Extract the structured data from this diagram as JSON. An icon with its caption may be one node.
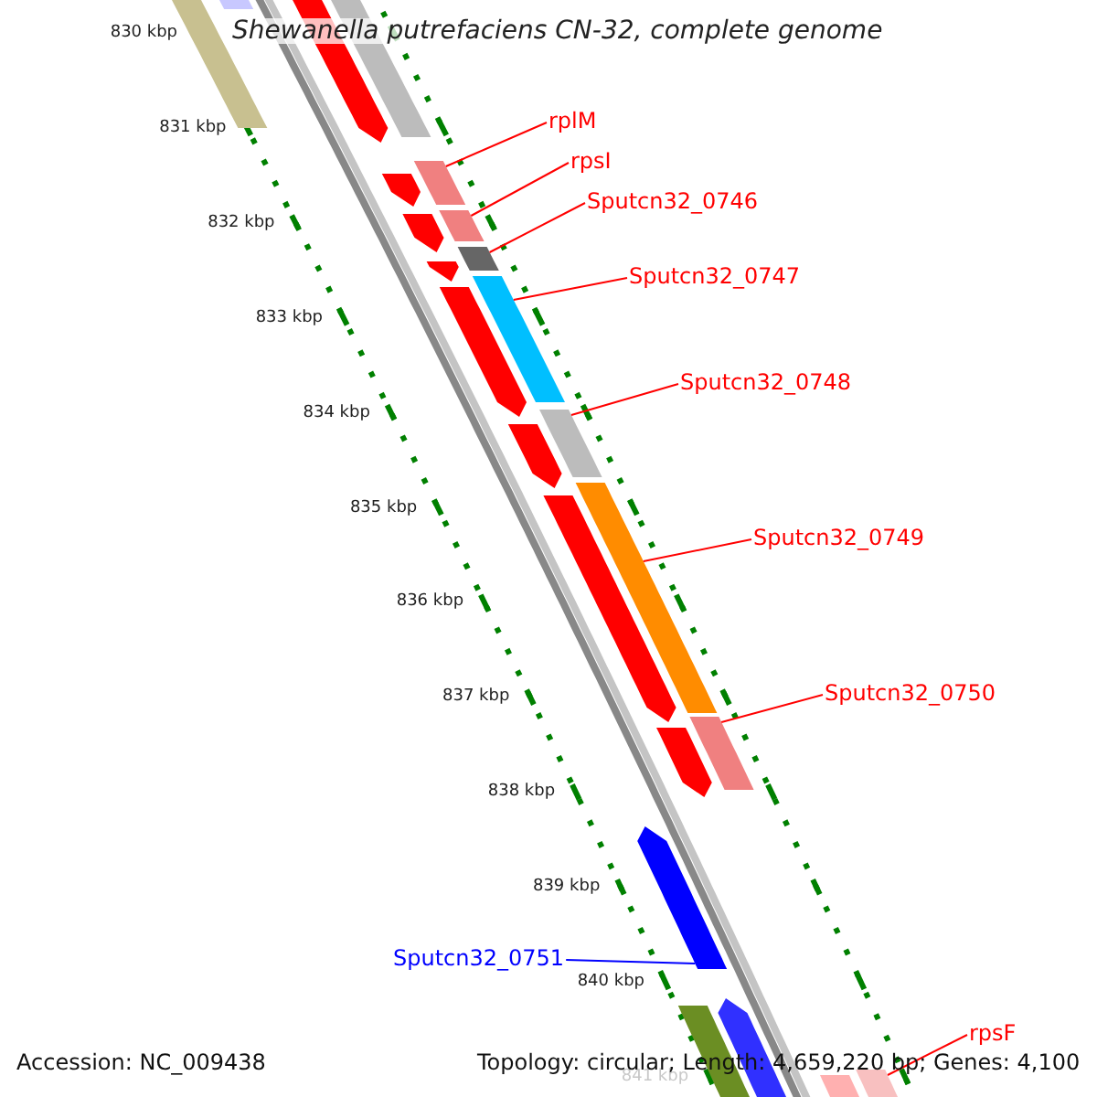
{
  "diagram": {
    "title": "Shewanella putrefaciens CN-32, complete genome",
    "nodes": [
      {
        "text": [
          "rplM"
        ]
      },
      {
        "text": [
          "rpsI"
        ]
      },
      {
        "text": [
          "Sputcn32_0746"
        ]
      },
      {
        "text": [
          "Sputcn32_0747"
        ]
      },
      {
        "text": [
          "Sputcn32_0748"
        ]
      },
      {
        "text": [
          "Sputcn32_0749"
        ]
      },
      {
        "text": [
          "Sputcn32_0750"
        ]
      },
      {
        "text": [
          "Sputcn32_0751"
        ]
      },
      {
        "text": [
          "rpsF"
        ]
      },
      {
        "text": [],
        "shape": "bar"
      },
      {
        "text": [],
        "shape": "bar"
      },
      {
        "text": [],
        "shape": "bar"
      },
      {
        "text": [],
        "shape": "bar"
      },
      {
        "text": [],
        "shape": "bar"
      },
      {
        "text": [],
        "shape": "bar"
      },
      {
        "text": [],
        "shape": "bar"
      },
      {
        "text": [],
        "shape": "bar"
      },
      {
        "text": [],
        "shape": "bar"
      },
      {
        "text": [],
        "shape": "bar"
      },
      {
        "text": [],
        "shape": "bar"
      },
      {
        "text": [],
        "shape": "bar"
      },
      {
        "text": [],
        "shape": "bar"
      },
      {
        "text": [],
        "shape": "bar"
      },
      {
        "text": [],
        "shape": "bar"
      },
      {
        "text": [],
        "shape": "bar"
      },
      {
        "text": [],
        "shape": "bar"
      },
      {
        "text": [],
        "shape": "bar"
      },
      {
        "text": [],
        "shape": "bar"
      },
      {
        "text": [],
        "shape": "bar"
      },
      {
        "text": [],
        "shape": "bar"
      },
      {
        "text": [],
        "shape": "bar"
      },
      {
        "text": [],
        "shape": "bar"
      }
    ],
    "edges": [
      {
        "from": 0,
        "to": 13,
        "arrow": "none"
      },
      {
        "from": 1,
        "to": 15,
        "arrow": "none"
      },
      {
        "from": 2,
        "to": 17,
        "arrow": "none"
      },
      {
        "from": 3,
        "to": 19,
        "arrow": "none"
      },
      {
        "from": 4,
        "to": 21,
        "arrow": "none"
      },
      {
        "from": 5,
        "to": 23,
        "arrow": "none"
      },
      {
        "from": 6,
        "to": 25,
        "arrow": "none"
      },
      {
        "from": 7,
        "to": 27,
        "arrow": "none",
        "color": "#0000ff"
      },
      {
        "from": 8,
        "to": 30,
        "arrow": "none"
      }
    ],
    "labels": [
      "830 kbp",
      "831 kbp",
      "832 kbp",
      "833 kbp",
      "834 kbp",
      "835 kbp",
      "836 kbp",
      "837 kbp",
      "838 kbp",
      "839 kbp",
      "840 kbp",
      "841 kbp",
      "Accession: NC_009438",
      "Topology: circular; Length: 4,659,220 bp; Genes: 4,100"
    ]
  }
}
